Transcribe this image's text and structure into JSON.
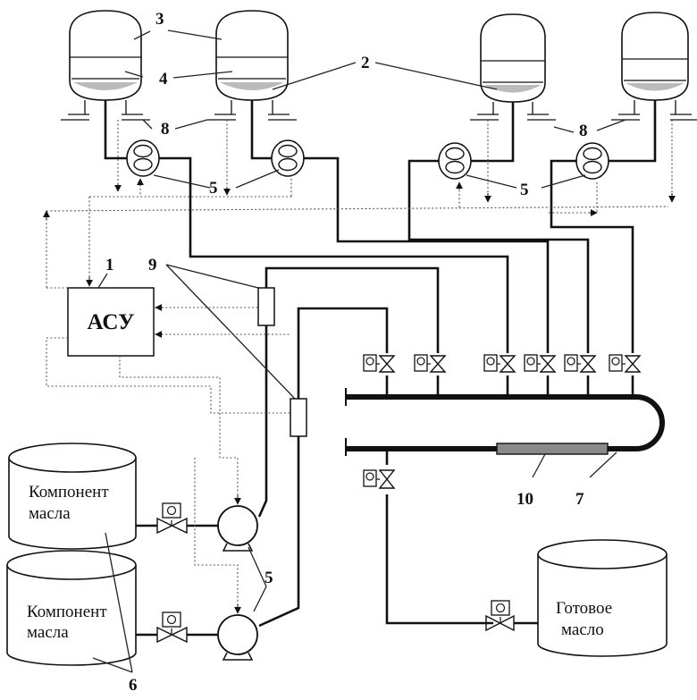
{
  "control_system": {
    "label": "АСУ",
    "number": "1"
  },
  "tanks": {
    "component_label": "Компонент",
    "component_label2": "масла",
    "product_label": "Готовое",
    "product_label2": "масло"
  },
  "callouts": {
    "n1": "1",
    "n2": "2",
    "n3": "3",
    "n4": "4",
    "n5a": "5",
    "n5b": "5",
    "n5c": "5",
    "n6": "6",
    "n7": "7",
    "n8a": "8",
    "n8b": "8",
    "n9": "9",
    "n10": "10"
  }
}
